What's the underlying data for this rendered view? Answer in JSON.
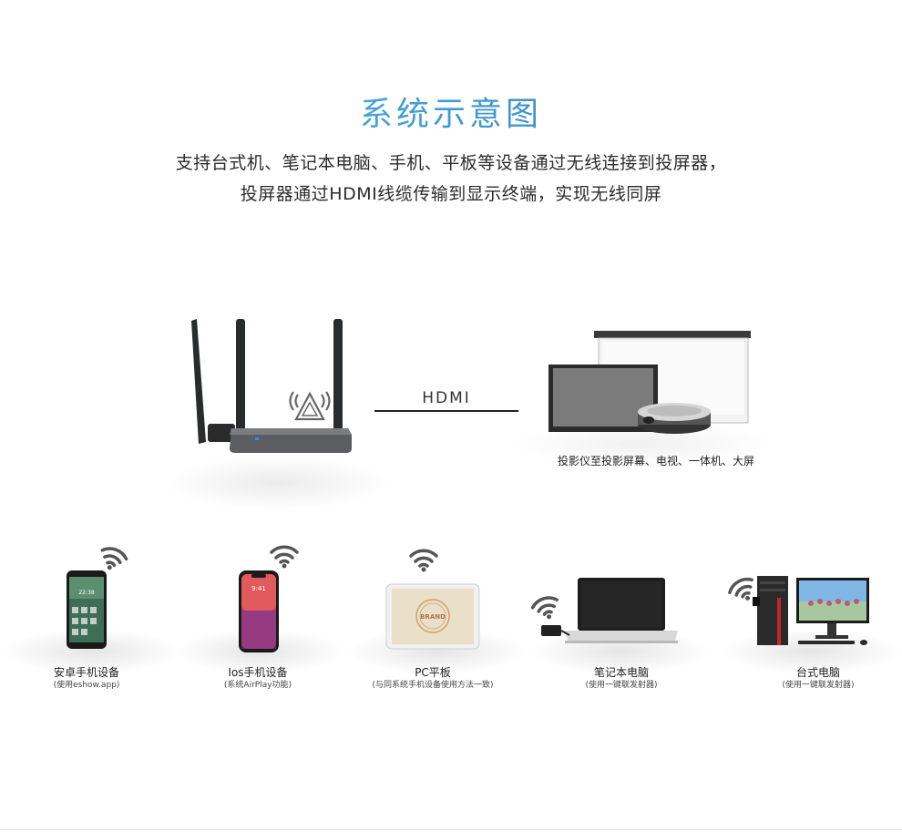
{
  "header": {
    "title": "系统示意图",
    "desc_line1": "支持台式机、笔记本电脑、手机、平板等设备通过无线连接到投屏器，",
    "desc_line2": "投屏器通过HDMI线缆传输到显示终端，实现无线同屏"
  },
  "connection": {
    "label": "HDMI"
  },
  "display": {
    "caption": "投影仪至投影屏幕、电视、一体机、大屏"
  },
  "devices": [
    {
      "name": "安卓手机设备",
      "sub": "(使用eshow.app)"
    },
    {
      "name": "Ios手机设备",
      "sub": "(系统AirPlay功能)"
    },
    {
      "name": "PC平板",
      "sub": "(与同系统手机设备使用方法一致)"
    },
    {
      "name": "笔记本电脑",
      "sub": "(使用一键联发射器)"
    },
    {
      "name": "台式电脑",
      "sub": "(使用一键联发射器)"
    }
  ],
  "screen_texts": {
    "android_time": "22:38",
    "ios_time": "9:41",
    "tablet_brand": "BRAND"
  },
  "colors": {
    "title_gradient_start": "#55c7e8",
    "title_gradient_end": "#2f6fb8",
    "router_body": "#5b5d60",
    "wifi_icon": "#555555"
  }
}
